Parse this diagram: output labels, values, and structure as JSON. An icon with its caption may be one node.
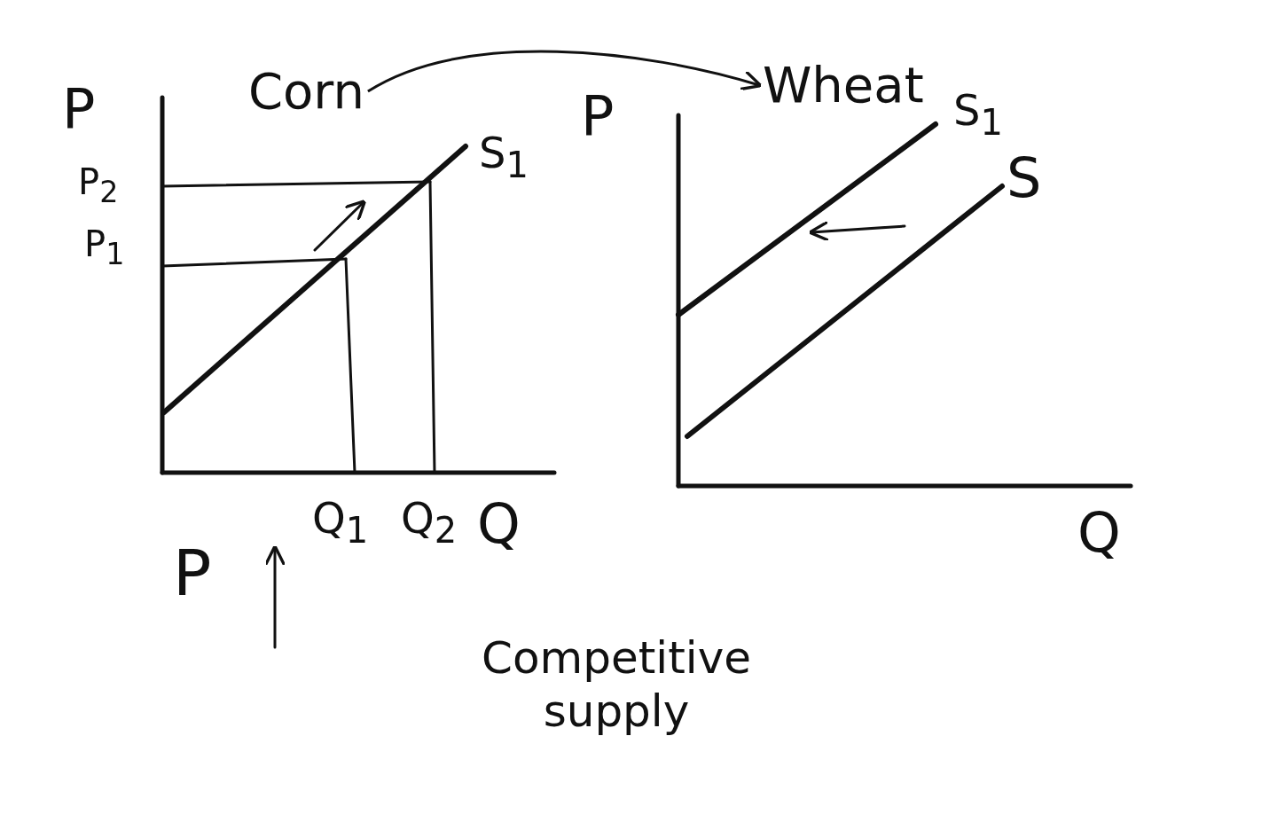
{
  "diagram": {
    "nodes": [
      {
        "text": [
          "Corn"
        ]
      },
      {
        "text": [
          "Wheat"
        ]
      }
    ],
    "edges": [
      {
        "from": 0,
        "to": 1,
        "arrow": "to"
      }
    ],
    "labels": [
      "P",
      "P$_{2}$",
      "P$_{1}$",
      "S$_{1}$",
      "Q$_{1}$",
      "Q$_{2}$",
      "Q",
      "P",
      "S$_{1}$",
      "S",
      "Q",
      "P",
      "Competitive supply"
    ]
  }
}
